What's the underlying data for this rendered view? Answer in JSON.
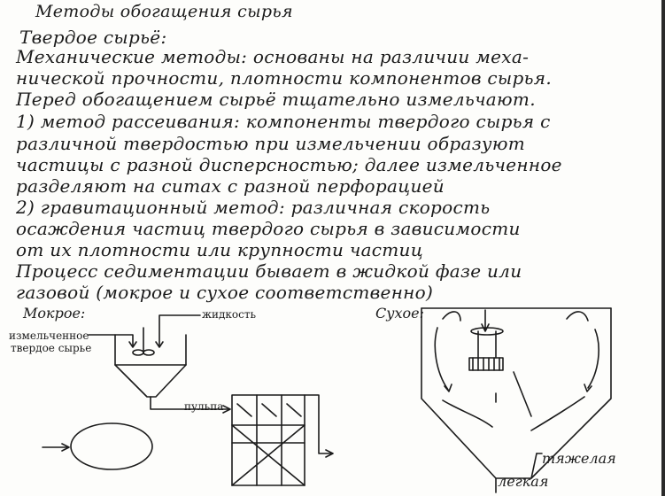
{
  "title": "Методы обогащения сырья",
  "subtitle": "Твердое сырьё:",
  "lines": [
    "Механические методы: основаны на различии меха-",
    "нической прочности, плотности компонентов сырья.",
    "Перед обогащением сырьё тщательно измельчают.",
    "1) метод рассеивания: компоненты твердого сырья с",
    "различной твердостью при измельчении образуют",
    "частицы с разной дисперсностью; далее измельченное",
    "разделяют на ситах с разной перфорацией",
    "2) гравитационный метод: различная скорость",
    "осаждения частиц твердого сырья в зависимости",
    "от их плотности или крупности частиц",
    "Процесс седиментации бывает в жидкой фазе или",
    "газовой (мокрое и сухое соответственно)"
  ],
  "wet": {
    "label": "Мокрое:",
    "solid_label_1": "измельченное",
    "solid_label_2": "твердое сырье",
    "liquid_label": "жидкость",
    "pulp_label": "пульпа"
  },
  "dry": {
    "label": "Сухое:",
    "heavy_label": "тяжелая",
    "light_label": "легкая"
  }
}
